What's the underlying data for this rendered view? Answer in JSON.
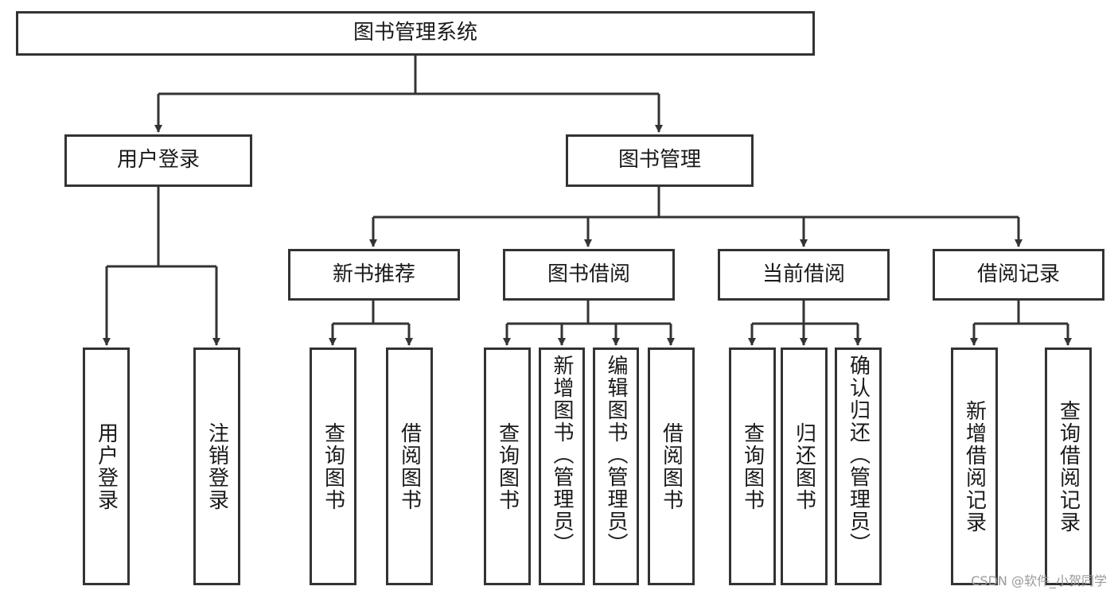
{
  "root": {
    "label": "图书管理系统"
  },
  "level1": [
    {
      "id": "user_login",
      "label": "用户登录"
    },
    {
      "id": "book_mgmt",
      "label": "图书管理"
    }
  ],
  "level2": [
    {
      "id": "new_recommend",
      "label": "新书推荐"
    },
    {
      "id": "book_borrow",
      "label": "图书借阅"
    },
    {
      "id": "current_borrow",
      "label": "当前借阅"
    },
    {
      "id": "borrow_record",
      "label": "借阅记录"
    }
  ],
  "leaves": {
    "user_login": [
      "用户登录",
      "注销登录"
    ],
    "new_recommend": [
      "查询图书",
      "借阅图书"
    ],
    "book_borrow": [
      "查询图书",
      "新增图书（管理员）",
      "编辑图书（管理员）",
      "借阅图书"
    ],
    "current_borrow": [
      "查询图书",
      "归还图书",
      "确认归还（管理员）"
    ],
    "borrow_record": [
      "新增借阅记录",
      "查询借阅记录"
    ]
  },
  "watermark": "CSDN @软件_小贺同学",
  "colors": {
    "line": "#333333",
    "box_border": "#333333",
    "background": "#ffffff"
  }
}
